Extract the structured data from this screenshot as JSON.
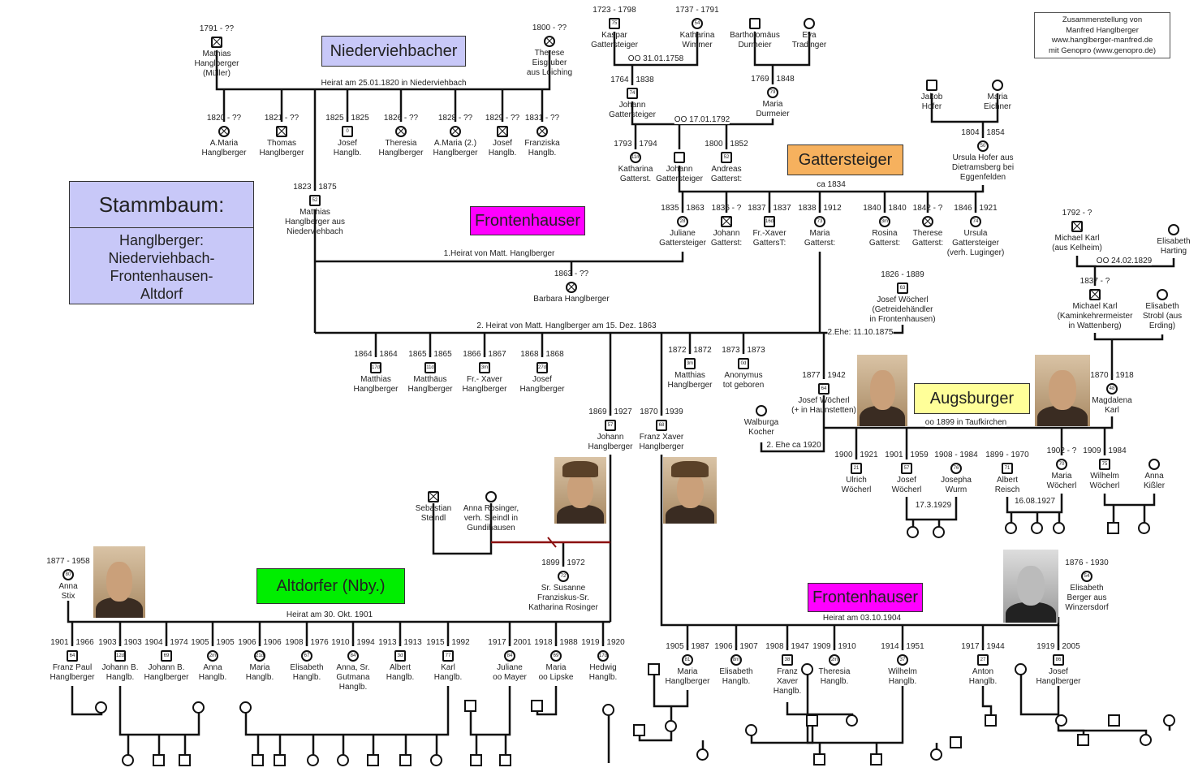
{
  "credit": "Zusammenstellung von\nManfred Hanglberger\nwww.hanglberger-manfred.de\nmit Genopro (www.genopro.de)",
  "title": {
    "main": "Stammbaum:",
    "sub": "Hanglberger:\nNiederviehbach-\nFrontenhausen-\nAltdorf"
  },
  "families": [
    {
      "label": "Niederviehbacher",
      "color": "#c8c8f8"
    },
    {
      "label": "Gattersteiger",
      "color": "#f6b15e"
    },
    {
      "label": "Frontenhauser",
      "color": "#ff00ff"
    },
    {
      "label": "Augsburger",
      "color": "#ffff99"
    },
    {
      "label": "Altdorfer (Nby.)",
      "color": "#00ee00"
    },
    {
      "label": "Frontenhauser",
      "color": "#ff00ff"
    }
  ],
  "marriages": [
    "Heirat am 25.01.1820 in Niederviehbach",
    "OO 31.01.1758",
    "OO 17.01.1792",
    "ca 1834",
    "1.Heirat von Matt. Hanglberger",
    "2. Heirat von Matt. Hanglberger am 15. Dez. 1863",
    "2.Ehe: 11.10.1875",
    "OO 24.02.1829",
    "oo 1899 in Taufkirchen",
    "2. Ehe ca 1920",
    "17.3.1929",
    "16.08.1927",
    "Heirat am 30. Okt. 1901",
    "Heirat am 03.10.1904"
  ],
  "persons": [
    {
      "dates": "1791 - ??",
      "name": "Mathias\nHanglberger\n(Müller)",
      "sex": "m",
      "age": "",
      "deceased": true
    },
    {
      "dates": "1800 - ??",
      "name": "Therese\nEisgruber\naus Loiching",
      "sex": "f",
      "age": "",
      "deceased": true
    },
    {
      "dates": "1820 - ??",
      "name": "A.Maria\nHanglberger",
      "sex": "f",
      "age": "",
      "deceased": true
    },
    {
      "dates": "1821 - ??",
      "name": "Thomas\nHanglberger",
      "sex": "m",
      "age": "",
      "deceased": true
    },
    {
      "dates": "1825 - 1825",
      "name": "Josef\nHanglb.",
      "sex": "m",
      "age": "0",
      "deceased": false
    },
    {
      "dates": "1826 - ??",
      "name": "Theresia\nHanglberger",
      "sex": "f",
      "age": "",
      "deceased": true
    },
    {
      "dates": "1828 - ??",
      "name": "A.Maria (2.)\nHanglberger",
      "sex": "f",
      "age": "",
      "deceased": true
    },
    {
      "dates": "1829 - ??",
      "name": "Josef\nHanglb.",
      "sex": "m",
      "age": "",
      "deceased": true
    },
    {
      "dates": "1831 - ??",
      "name": "Franziska\nHanglb.",
      "sex": "f",
      "age": "",
      "deceased": true
    },
    {
      "dates": "1723 - 1798",
      "name": "Kaspar\nGattersteiger",
      "sex": "m",
      "age": "75",
      "deceased": false
    },
    {
      "dates": "1737 - 1791",
      "name": "Katharina\nWimmer",
      "sex": "f",
      "age": "54",
      "deceased": false
    },
    {
      "dates": "",
      "name": "Bartholomäus\nDurmeier",
      "sex": "m",
      "age": "",
      "deceased": false
    },
    {
      "dates": "",
      "name": "Eva\nTradinger",
      "sex": "f",
      "age": "",
      "deceased": false
    },
    {
      "dates": "1764 - 1838",
      "name": "Johann\nGattersteiger",
      "sex": "m",
      "age": "74",
      "deceased": false
    },
    {
      "dates": "1769 - 1848",
      "name": "Maria\nDurmeier",
      "sex": "f",
      "age": "79",
      "deceased": false
    },
    {
      "dates": "",
      "name": "Jakob\nHofer",
      "sex": "m",
      "age": "",
      "deceased": false
    },
    {
      "dates": "",
      "name": "Maria\nEichner",
      "sex": "f",
      "age": "",
      "deceased": false
    },
    {
      "dates": "1793 - 1794",
      "name": "Katharina\nGatterst.",
      "sex": "f",
      "age": "11m",
      "deceased": false
    },
    {
      "dates": "",
      "name": "Johann\nGattersteiger",
      "sex": "m",
      "age": "",
      "deceased": false
    },
    {
      "dates": "1800 - 1852",
      "name": "Andreas\nGatterst:",
      "sex": "m",
      "age": "52",
      "deceased": false
    },
    {
      "dates": "1804 - 1854",
      "name": "Ursula Hofer aus\nDietramsberg bei\nEggenfelden",
      "sex": "f",
      "age": "50",
      "deceased": false
    },
    {
      "dates": "1823 - 1875",
      "name": "Matthias\nHanglberger aus\nNiederviehbach",
      "sex": "m",
      "age": "52",
      "deceased": false
    },
    {
      "dates": "1835 - 1863",
      "name": "Juliane\nGattersteiger",
      "sex": "f",
      "age": "28",
      "deceased": false
    },
    {
      "dates": "1836 - ?",
      "name": "Johann\nGatterst:",
      "sex": "m",
      "age": "",
      "deceased": true
    },
    {
      "dates": "1837 - 1837",
      "name": "Fr.-Xaver\nGattersT:",
      "sex": "m",
      "age": "16d",
      "deceased": false
    },
    {
      "dates": "1838 - 1912",
      "name": "Maria\nGatterst:",
      "sex": "f",
      "age": "73",
      "deceased": false
    },
    {
      "dates": "1840 - 1840",
      "name": "Rosina\nGatterst:",
      "sex": "f",
      "age": "3m",
      "deceased": false
    },
    {
      "dates": "1842 - ?",
      "name": "Therese\nGatterst:",
      "sex": "f",
      "age": "",
      "deceased": true
    },
    {
      "dates": "1846 - 1921",
      "name": "Ursula\nGattersteiger\n(verh. Luginger)",
      "sex": "f",
      "age": "74",
      "deceased": false
    },
    {
      "dates": "1863 - ??",
      "name": "Barbara Hanglberger",
      "sex": "f",
      "age": "",
      "deceased": true
    },
    {
      "dates": "1826 - 1889",
      "name": "Josef Wöcherl\n(Getreidehändler\nin Frontenhausen)",
      "sex": "m",
      "age": "63",
      "deceased": false
    },
    {
      "dates": "1792 - ?",
      "name": "Michael Karl\n(aus Kelheim)",
      "sex": "m",
      "age": "",
      "deceased": true
    },
    {
      "dates": "",
      "name": "Elisabeth\nHarting",
      "sex": "f",
      "age": "",
      "deceased": false
    },
    {
      "dates": "1837 - ?",
      "name": "Michael Karl\n(Kaminkehrermeister\nin Wattenberg)",
      "sex": "m",
      "age": "",
      "deceased": true
    },
    {
      "dates": "",
      "name": "Elisabeth\nStrobl (aus\nErding)",
      "sex": "f",
      "age": "",
      "deceased": false
    },
    {
      "dates": "1864 - 1864",
      "name": "Matthias\nHanglberger",
      "sex": "m",
      "age": "17d",
      "deceased": false
    },
    {
      "dates": "1865 - 1865",
      "name": "Matthäus\nHanglberger",
      "sex": "m",
      "age": "11d",
      "deceased": false
    },
    {
      "dates": "1866 - 1867",
      "name": "Fr.- Xaver\nHanglberger",
      "sex": "m",
      "age": "3m",
      "deceased": false
    },
    {
      "dates": "1868 - 1868",
      "name": "Josef\nHanglberger",
      "sex": "m",
      "age": "27d",
      "deceased": false
    },
    {
      "dates": "1872 - 1872",
      "name": "Matthias\nHanglberger",
      "sex": "m",
      "age": "3m",
      "deceased": false
    },
    {
      "dates": "1873 - 1873",
      "name": "Anonymus\ntot geboren",
      "sex": "m",
      "age": "0d",
      "deceased": false
    },
    {
      "dates": "1877 - 1942",
      "name": "Josef Wöcherl\n(+ in Haunstetten)",
      "sex": "m",
      "age": "64",
      "deceased": false
    },
    {
      "dates": "1870 - 1918",
      "name": "Magdalena\nKarl",
      "sex": "f",
      "age": "48",
      "deceased": false
    },
    {
      "dates": "",
      "name": "Walburga\nKocher",
      "sex": "f",
      "age": "",
      "deceased": false
    },
    {
      "dates": "1869 - 1927",
      "name": "Johann\nHanglberger",
      "sex": "m",
      "age": "57",
      "deceased": false
    },
    {
      "dates": "1870 - 1939",
      "name": "Franz Xaver\nHanglberger",
      "sex": "m",
      "age": "68",
      "deceased": false
    },
    {
      "dates": "1900 - 1921",
      "name": "Ulrich\nWöcherl",
      "sex": "m",
      "age": "21",
      "deceased": false
    },
    {
      "dates": "1901 - 1959",
      "name": "Josef\nWöcherl",
      "sex": "m",
      "age": "57",
      "deceased": false
    },
    {
      "dates": "1908 - 1984",
      "name": "Josepha\nWurm",
      "sex": "f",
      "age": "76",
      "deceased": false
    },
    {
      "dates": "1899 - 1970",
      "name": "Albert\nReisch",
      "sex": "m",
      "age": "71",
      "deceased": false
    },
    {
      "dates": "1902 - ?",
      "name": "Maria\nWöcherl",
      "sex": "f",
      "age": "70",
      "deceased": false
    },
    {
      "dates": "1909 - 1984",
      "name": "Wilhelm\nWöcherl",
      "sex": "m",
      "age": "75",
      "deceased": false
    },
    {
      "dates": "",
      "name": "Anna\nKißler",
      "sex": "f",
      "age": "",
      "deceased": false
    },
    {
      "dates": "",
      "name": "Sebastian\nSteindl",
      "sex": "m",
      "age": "",
      "deceased": true
    },
    {
      "dates": "",
      "name": "Anna Rosinger,\nverh. Steindl in\nGundihausen",
      "sex": "f",
      "age": "",
      "deceased": false
    },
    {
      "dates": "1899 - 1972",
      "name": "Sr. Susanne\nFranziskus-Sr.\nKatharina Rosinger",
      "sex": "f",
      "age": "72",
      "deceased": false
    },
    {
      "dates": "1877 - 1958",
      "name": "Anna\nStix",
      "sex": "f",
      "age": "80",
      "deceased": false
    },
    {
      "dates": "1876 - 1930",
      "name": "Elisabeth\nBerger aus\nWinzersdorf",
      "sex": "f",
      "age": "54",
      "deceased": false
    },
    {
      "dates": "1901 - 1966",
      "name": "Franz Paul\nHanglberger",
      "sex": "m",
      "age": "64",
      "deceased": false
    },
    {
      "dates": "1903 - 1903",
      "name": "Johann B.\nHanglb.",
      "sex": "m",
      "age": "12d",
      "deceased": false
    },
    {
      "dates": "1904 - 1974",
      "name": "Johann B.\nHanglberger",
      "sex": "m",
      "age": "69",
      "deceased": false
    },
    {
      "dates": "1905 - 1905",
      "name": "Anna\nHanglb.",
      "sex": "f",
      "age": "2m",
      "deceased": false
    },
    {
      "dates": "1906 - 1906",
      "name": "Maria\nHanglb.",
      "sex": "f",
      "age": "21d",
      "deceased": false
    },
    {
      "dates": "1908 - 1976",
      "name": "Elisabeth\nHanglb.",
      "sex": "f",
      "age": "67",
      "deceased": false
    },
    {
      "dates": "1910 - 1994",
      "name": "Anna, Sr.\nGutmana\nHanglb.",
      "sex": "f",
      "age": "84",
      "deceased": false
    },
    {
      "dates": "1913 - 1913",
      "name": "Albert\nHanglb.",
      "sex": "m",
      "age": "3d",
      "deceased": false
    },
    {
      "dates": "1915 - 1992",
      "name": "Karl\nHanglb.",
      "sex": "m",
      "age": "77",
      "deceased": false
    },
    {
      "dates": "1917 - 2001",
      "name": "Juliane\noo Mayer",
      "sex": "f",
      "age": "84",
      "deceased": false
    },
    {
      "dates": "1918 - 1988",
      "name": "Maria\noo Lipske",
      "sex": "f",
      "age": "69",
      "deceased": false
    },
    {
      "dates": "1919 - 1920",
      "name": "Hedwig\nHanglb.",
      "sex": "f",
      "age": "17d",
      "deceased": false
    },
    {
      "dates": "1905 - 1987",
      "name": "Maria\nHanglberger",
      "sex": "f",
      "age": "81",
      "deceased": false
    },
    {
      "dates": "1906 - 1907",
      "name": "Elisabeth\nHanglb.",
      "sex": "f",
      "age": "8m",
      "deceased": false
    },
    {
      "dates": "1908 - 1947",
      "name": "Franz\nXaver\nHanglb.",
      "sex": "m",
      "age": "38",
      "deceased": false
    },
    {
      "dates": "1909 - 1910",
      "name": "Theresia\nHanglb.",
      "sex": "f",
      "age": "2m",
      "deceased": false
    },
    {
      "dates": "1914 - 1951",
      "name": "Wilhelm\nHanglb.",
      "sex": "f",
      "age": "37",
      "deceased": false
    },
    {
      "dates": "1917 - 1944",
      "name": "Anton\nHanglb.",
      "sex": "m",
      "age": "27",
      "deceased": false
    },
    {
      "dates": "1919 - 2005",
      "name": "Josef\nHanglberger",
      "sex": "m",
      "age": "86",
      "deceased": false
    }
  ]
}
